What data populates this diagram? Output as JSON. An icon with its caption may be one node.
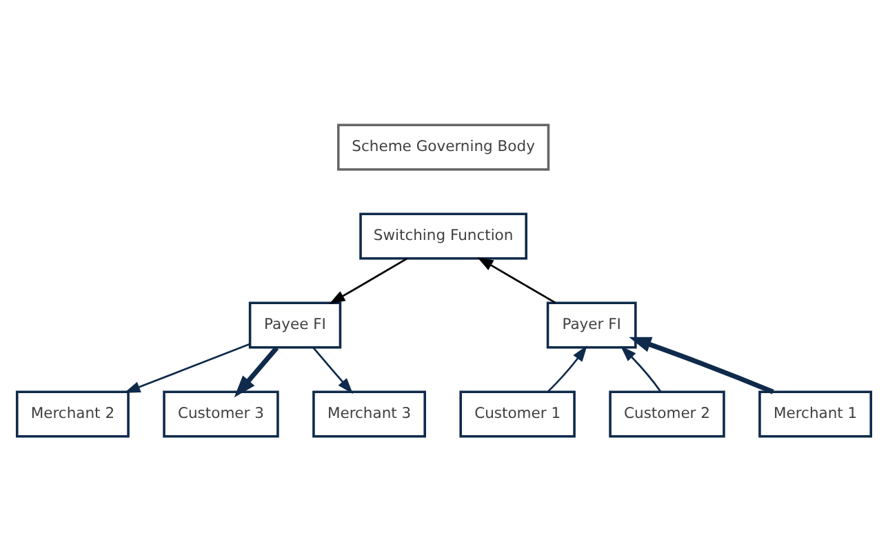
{
  "diagram": {
    "nodes": [
      {
        "text": [
          "Scheme Governing Body"
        ]
      },
      {
        "text": [
          "Switching Function"
        ]
      },
      {
        "text": [
          "Payer FI"
        ]
      },
      {
        "text": [
          "Payee FI"
        ]
      },
      {
        "text": [
          "Customer 1"
        ]
      },
      {
        "text": [
          "Customer 2"
        ]
      },
      {
        "text": [
          "Merchant 1"
        ]
      },
      {
        "text": [
          "Merchant 2"
        ]
      },
      {
        "text": [
          "Customer 3"
        ]
      },
      {
        "text": [
          "Merchant 3"
        ]
      }
    ],
    "edges": [
      {
        "from": 2,
        "to": 1,
        "arrow": "to",
        "color": "#000000"
      },
      {
        "from": 1,
        "to": 3,
        "arrow": "to",
        "color": "#000000"
      },
      {
        "from": 4,
        "to": 2,
        "arrow": "to"
      },
      {
        "from": 5,
        "to": 2,
        "arrow": "to"
      },
      {
        "from": 6,
        "to": 2,
        "arrow": "to",
        "style": "thick"
      },
      {
        "from": 3,
        "to": 7,
        "arrow": "to"
      },
      {
        "from": 3,
        "to": 8,
        "arrow": "to",
        "style": "thick"
      },
      {
        "from": 3,
        "to": 9,
        "arrow": "to"
      }
    ]
  }
}
